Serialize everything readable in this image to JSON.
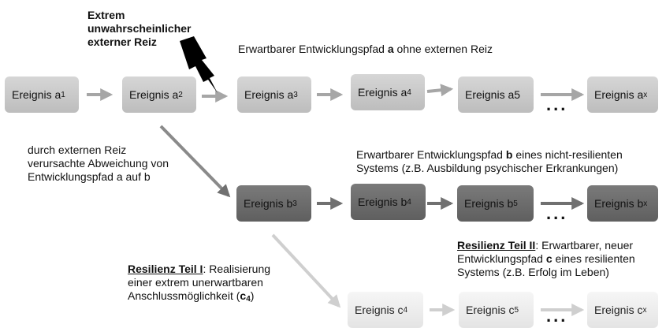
{
  "stimulus": {
    "line1": "Extrem",
    "line2": "unwahrscheinlicher",
    "line3": "externer Reiz"
  },
  "path_a": {
    "title_pre": "Erwartbarer Entwicklungspfad ",
    "title_bold": "a",
    "title_post": " ohne externen Reiz",
    "events": [
      {
        "label": "Ereignis a",
        "sub": "1"
      },
      {
        "label": "Ereignis a",
        "sub": "2"
      },
      {
        "label": "Ereignis a",
        "sub": "3"
      },
      {
        "label": "Ereignis a",
        "sub": "4"
      },
      {
        "label": "Ereignis a5",
        "sub": ""
      },
      {
        "label": "Ereignis a",
        "sub": "x"
      }
    ],
    "dots": "..."
  },
  "deviation": {
    "line1": "durch externen Reiz",
    "line2": "verursachte Abweichung von",
    "line3": "Entwicklungspfad a auf b"
  },
  "path_b": {
    "title1_pre": "Erwartbarer Entwicklungspfad ",
    "title1_bold": "b",
    "title1_post": " eines nicht-resilienten",
    "title2": "Systems (z.B. Ausbildung psychischer Erkrankungen)",
    "events": [
      {
        "label": "Ereignis b",
        "sub": "3"
      },
      {
        "label": "Ereignis b",
        "sub": "4"
      },
      {
        "label": "Ereignis b",
        "sub": "5"
      },
      {
        "label": "Ereignis b",
        "sub": "x"
      }
    ],
    "dots": "..."
  },
  "resilience1": {
    "heading": "Resilienz Teil I",
    "line1_post": ": Realisierung",
    "line2": "einer extrem unerwartbaren",
    "line3_pre": "Anschlussmöglichkeit (",
    "line3_bold": "c",
    "line3_sub": "4",
    "line3_post": ")"
  },
  "resilience2": {
    "heading": "Resilienz Teil II",
    "line1_post": ": Erwartbarer, neuer",
    "line2_pre": "Entwicklungspfad ",
    "line2_bold": "c",
    "line2_post": " eines resilienten",
    "line3": "Systems (z.B. Erfolg im Leben)"
  },
  "path_c": {
    "events": [
      {
        "label": "Ereignis c",
        "sub": "4"
      },
      {
        "label": "Ereignis c",
        "sub": "5"
      },
      {
        "label": "Ereignis c",
        "sub": "x"
      }
    ],
    "dots": "..."
  },
  "colors": {
    "box_a": "#c8c8c8",
    "box_b": "#6b6b6b",
    "box_c": "#efefef",
    "arrow_a": "#a6a6a6",
    "arrow_b": "#707070",
    "arrow_c": "#cfcfcf",
    "lightning": "#000000"
  }
}
